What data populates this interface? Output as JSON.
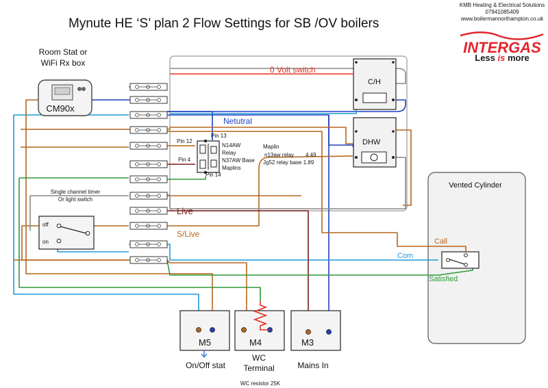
{
  "title": "Mynute HE ‘S’ plan  2 Flow Settings for SB /OV boilers",
  "company": {
    "name": "KMB Heating & Electrical Solutions",
    "phone": "07941085409",
    "website": "www.boilermannorthampton.co.uk"
  },
  "brand": {
    "logo": "INTERGAS",
    "slogan_pre": "Less ",
    "slogan_mid": "is",
    "slogan_post": " more",
    "color": "#e3242b"
  },
  "room_stat": {
    "label_line1": "Room Stat or",
    "label_line2": "WiFi Rx box",
    "device_name": "CM90x"
  },
  "timer": {
    "label_line1": "Single channel timer",
    "label_line2": "Or light switch",
    "off_label": "off",
    "on_label": "on"
  },
  "wire_labels": {
    "zero_volt": "0 Volt switch",
    "neutral": "Netutral",
    "live": "Live",
    "switched_live": "S/Live",
    "call": "Call",
    "com": "Com",
    "satisfied": "Satisfied"
  },
  "relay": {
    "pin12": "Pin 12",
    "pin13": "Pin 13",
    "pin4": "Pin 4",
    "pin14": "Pin 14",
    "desc_line1": "N14AW",
    "desc_line2": "Relay",
    "desc_line3": "N37AW Base",
    "desc_line4": "Maplins"
  },
  "maplin_note": {
    "line1": "Maplin",
    "line2": "n13aw relay",
    "line2_price": "4.49",
    "line3": "Jg52 relay base 1.89"
  },
  "valves": {
    "ch": "C/H",
    "dhw": "DHW"
  },
  "cylinder": {
    "label": "Vented Cylinder"
  },
  "terminals": {
    "m5": "M5",
    "m4": "M4",
    "m3": "M3",
    "m5_caption": "On/Off stat",
    "m4_caption_line1": "WC",
    "m4_caption_line2": "Terminal",
    "m3_caption": "Mains In",
    "resistor_note": "WC resistor 25K"
  },
  "colors": {
    "brown": "#b5651d",
    "blue": "#1f3fbf",
    "green": "#2e9a3a",
    "grey": "#888888",
    "red_label": "#e03020",
    "cyan": "#1e9ad6",
    "maroon": "#7a1a1a"
  },
  "icons": [
    "terminal-block-icon",
    "relay-icon",
    "thermostat-icon",
    "resistor-icon",
    "arrow-down-icon"
  ]
}
